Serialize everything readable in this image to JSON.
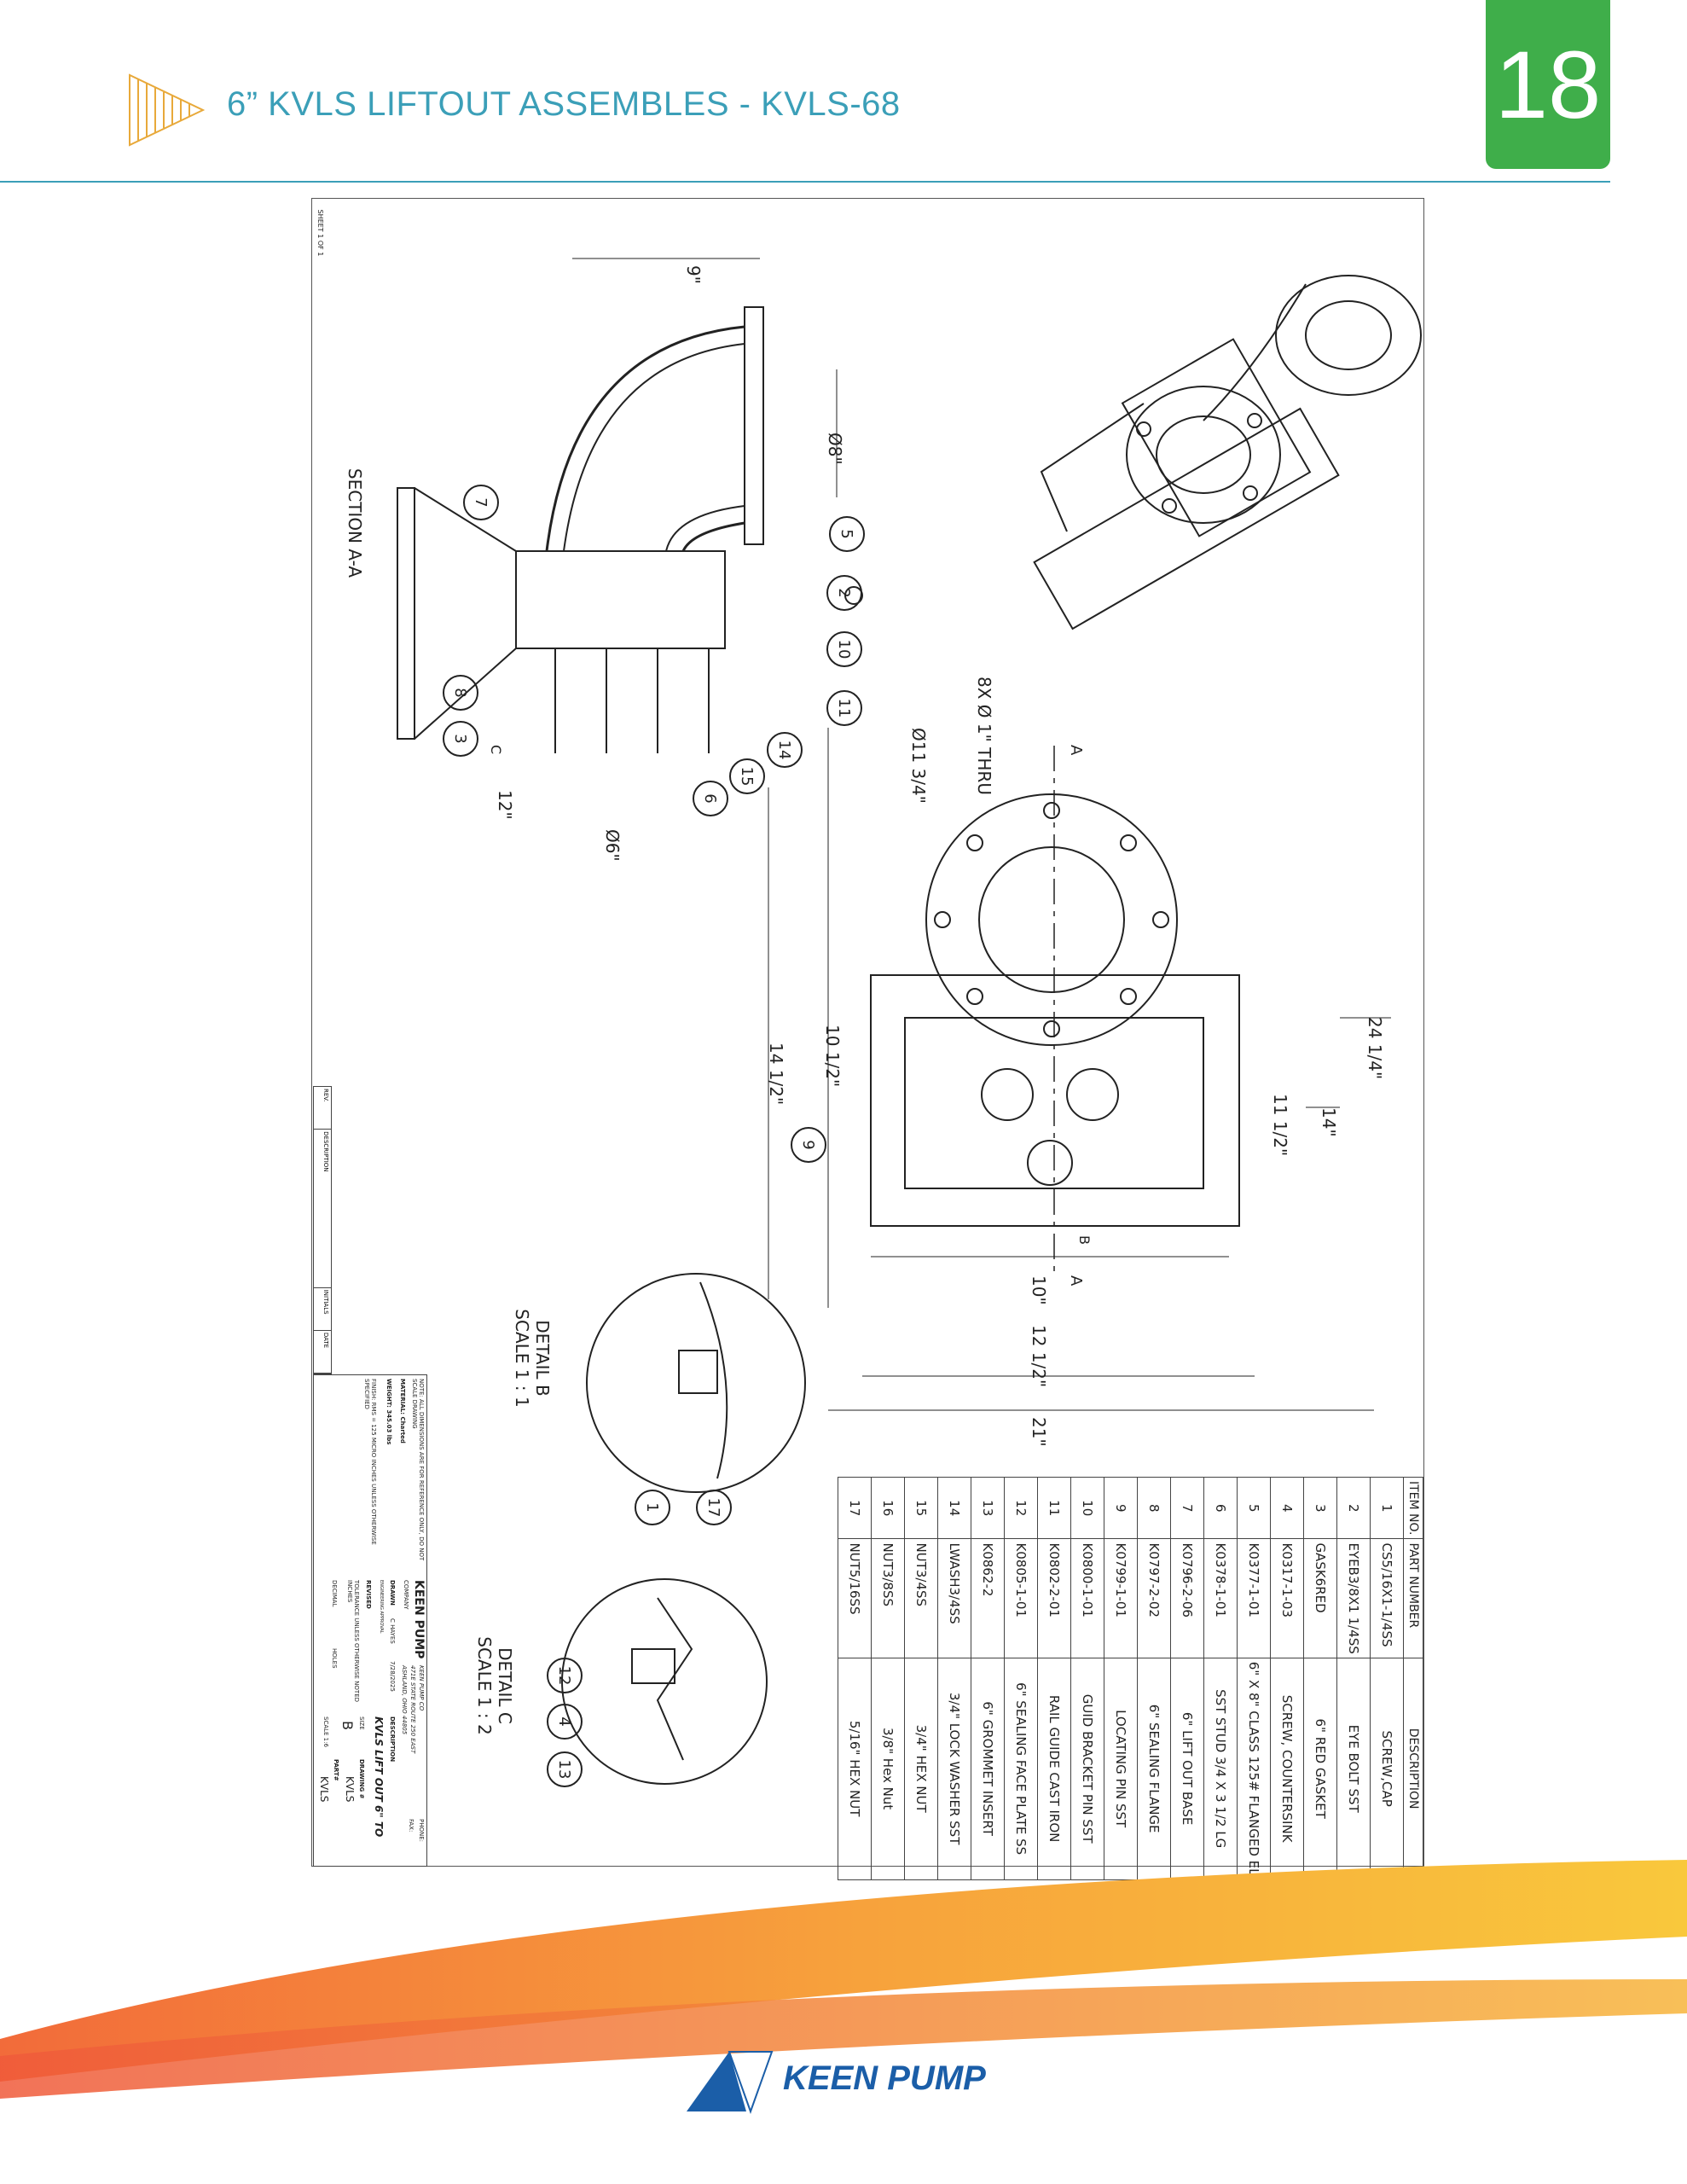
{
  "header": {
    "title": "6” KVLS LIFTOUT ASSEMBLES - KVLS-68",
    "page_number": "18"
  },
  "colors": {
    "accent": "#3b9fb8",
    "badge": "#3fae4a",
    "brand": "#1b5ea8"
  },
  "drawing": {
    "section_label": "SECTION A-A",
    "detail_b": {
      "title": "DETAIL B",
      "scale": "SCALE 1 : 1"
    },
    "detail_c": {
      "title": "DETAIL C",
      "scale": "SCALE 1 : 2"
    },
    "sheet": "SHEET 1 OF 1",
    "section_marks": {
      "a": "A",
      "b": "B",
      "c": "C"
    },
    "dimensions": {
      "d9": "9\"",
      "d8": "Ø8\"",
      "d12": "12\"",
      "d6": "Ø6\"",
      "holes": "8X Ø 1\" THRU",
      "d11_75": "Ø11 3/4\"",
      "d24_25": "24 1/4\"",
      "d14": "14\"",
      "d11_5": "11 1/2\"",
      "d10_5": "10 1/2\"",
      "d14_5": "14 1/2\"",
      "d10": "10\"",
      "d12_5": "12 1/2\"",
      "d21": "21\""
    },
    "balloons": [
      "1",
      "2",
      "3",
      "4",
      "5",
      "6",
      "7",
      "8",
      "9",
      "10",
      "11",
      "12",
      "13",
      "14",
      "15",
      "17"
    ]
  },
  "bom": {
    "headers": [
      "ITEM NO.",
      "PART NUMBER",
      "DESCRIPTION"
    ],
    "rows": [
      [
        "1",
        "CS5/16X1-1/4SS",
        "SCREW,CAP"
      ],
      [
        "2",
        "EYEB3/8X1 1/4SS",
        "EYE BOLT SST"
      ],
      [
        "3",
        "GASK6RED",
        "6\" RED GASKET"
      ],
      [
        "4",
        "K0317-1-03",
        "SCREW, COUNTERSINK"
      ],
      [
        "5",
        "K0377-1-01",
        "6\" X 8\" CLASS 125# FLANGED EL"
      ],
      [
        "6",
        "K0378-1-01",
        "SST STUD 3/4 X 3 1/2 LG"
      ],
      [
        "7",
        "K0796-2-06",
        "6\" LIFT OUT BASE"
      ],
      [
        "8",
        "K0797-2-02",
        "6\" SEALING FLANGE"
      ],
      [
        "9",
        "K0799-1-01",
        "LOCATING PIN SST"
      ],
      [
        "10",
        "K0800-1-01",
        "GUID BRACKET PIN SST"
      ],
      [
        "11",
        "K0802-2-01",
        "RAIL GUIDE CAST IRON"
      ],
      [
        "12",
        "K0805-1-01",
        "6\" SEALING FACE PLATE SS"
      ],
      [
        "13",
        "K0862-2",
        "6\" GROMMET INSERT"
      ],
      [
        "14",
        "LWASH3/4SS",
        "3/4\" LOCK WASHER SST"
      ],
      [
        "15",
        "NUT3/4SS",
        "3/4\" HEX NUT"
      ],
      [
        "16",
        "NUT3/8SS",
        "3/8\" Hex Nut"
      ],
      [
        "17",
        "NUT5/16SS",
        "5/16\" HEX NUT"
      ]
    ]
  },
  "revision_block": {
    "rev": "REV.",
    "description": "DESCRIPTION",
    "initials": "INITIALS",
    "date": "DATE"
  },
  "title_block": {
    "note": "NOTE: ALL DIMENSIONS ARE FOR REFERENCE ONLY, DO NOT SCALE DRAWING",
    "material": "MATERIAL: Charted",
    "weight": "WEIGHT: 345.03 lbs",
    "finish": "FINISH: RMS = 125 MICRO INCHES UNLESS OTHERWISE SPECIFIED",
    "company": "KEEN PUMP",
    "company_sub": "COMPANY",
    "company_name": "KEEN PUMP CO",
    "address1": "471E STATE ROUTE 250 EAST",
    "address2": "ASHLAND, OHIO 44805",
    "phone": "PHONE:",
    "fax": "FAX:",
    "drawn_label": "DRAWN",
    "drawn_by": "C HAYES",
    "drawn_date": "7/28/2025",
    "eng_approval": "ENGINEERING APPROVAL",
    "revised": "REVISED",
    "tolerance": "TOLERANCE UNLESS OTHERWISE NOTED INCHES",
    "decimal": "DECIMAL",
    "holes": "HOLES",
    "description_label": "DESCRIPTION",
    "description": "KVLS LIFT OUT 6\" TO",
    "size_label": "SIZE",
    "size": "B",
    "scale": "SCALE 1:6",
    "drawing_no_label": "DRAWING #",
    "drawing_no": "KVLS",
    "part_label": "PART#",
    "part_no": "KVLS"
  },
  "footer": {
    "logo_text": "KEEN PUMP"
  }
}
